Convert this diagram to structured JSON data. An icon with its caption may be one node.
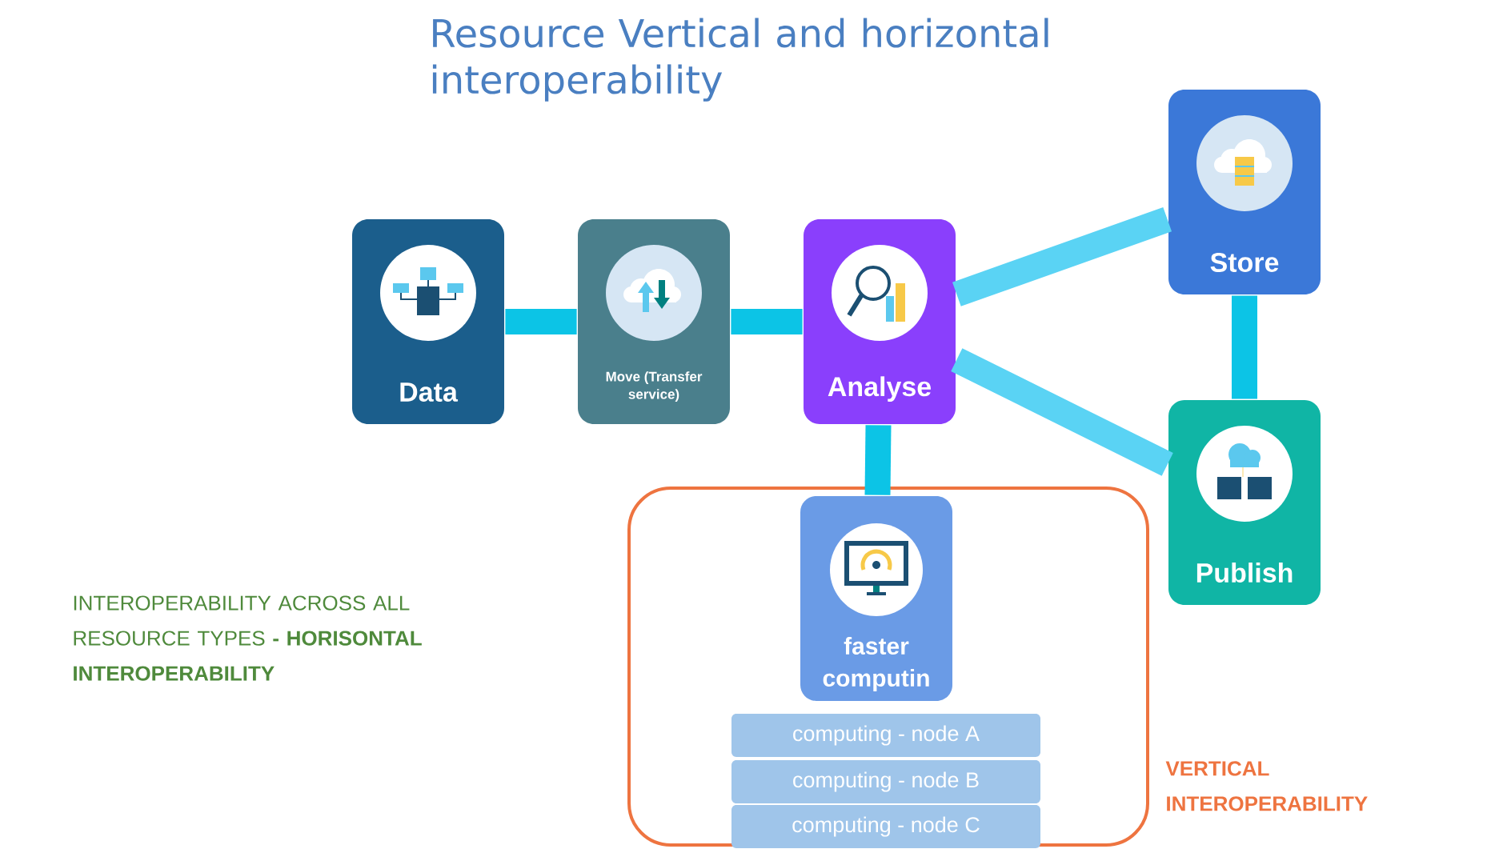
{
  "diagram": {
    "title": "Resource Vertical and horizontal interoperability",
    "nodes": [
      {
        "text": [
          "Data"
        ]
      },
      {
        "text": [
          "Move (Transfer service)"
        ]
      },
      {
        "text": [
          "Analyse"
        ]
      },
      {
        "text": [
          "Store"
        ]
      },
      {
        "text": [
          "Publish"
        ]
      },
      {
        "text": [
          "VERTICAL INTEROPERABILITY"
        ]
      },
      {
        "text": [
          "faster computin"
        ],
        "in": 5
      },
      {
        "text": [
          "computing - node A"
        ],
        "in": 5
      },
      {
        "text": [
          "computing - node B"
        ],
        "in": 5
      },
      {
        "text": [
          "computing - node C"
        ],
        "in": 5
      }
    ],
    "edges": [
      {
        "from": 0,
        "to": 1,
        "arrow": "none"
      },
      {
        "from": 1,
        "to": 2,
        "arrow": "none"
      },
      {
        "from": 2,
        "to": 3,
        "arrow": "none",
        "color": "#5ad3f4"
      },
      {
        "from": 2,
        "to": 4,
        "arrow": "none",
        "color": "#5ad3f4"
      },
      {
        "from": 3,
        "to": 4,
        "arrow": "none"
      },
      {
        "from": 2,
        "to": 6,
        "arrow": "none"
      }
    ],
    "labels": [
      "INTEROPERABILITY ACROSS ALL RESOURCE TYPES **- HORISONTAL INTEROPERABILITY**"
    ]
  }
}
